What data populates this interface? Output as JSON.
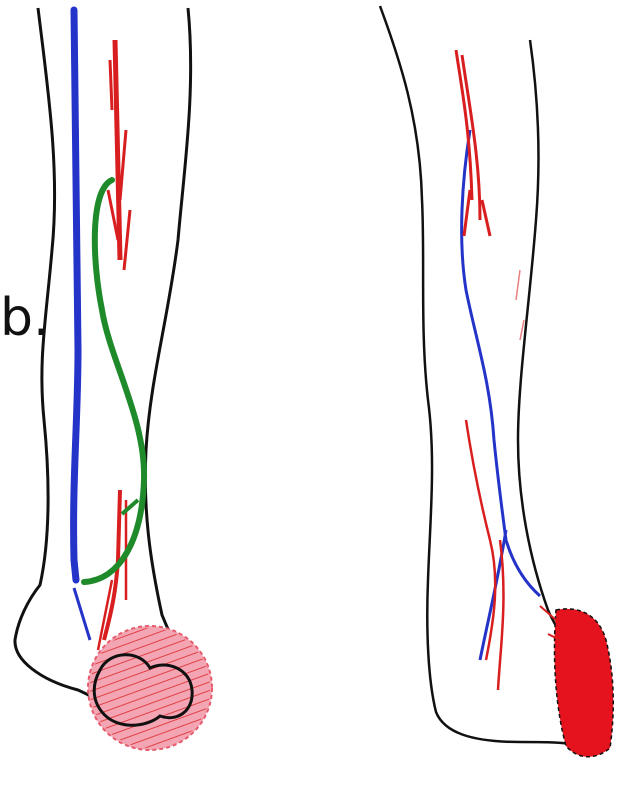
{
  "label_text": "b.",
  "colors": {
    "outline": "#111111",
    "artery": "#d81e1e",
    "vein": "#2433c8",
    "graft": "#1f8a2a",
    "defect_fill_light": "#f4a5b4",
    "defect_fill_dark": "#e5131d"
  },
  "panels": [
    {
      "name": "leg-left",
      "description_icon": "leg-with-flap"
    },
    {
      "name": "leg-right",
      "description_icon": "leg-with-defect"
    }
  ]
}
